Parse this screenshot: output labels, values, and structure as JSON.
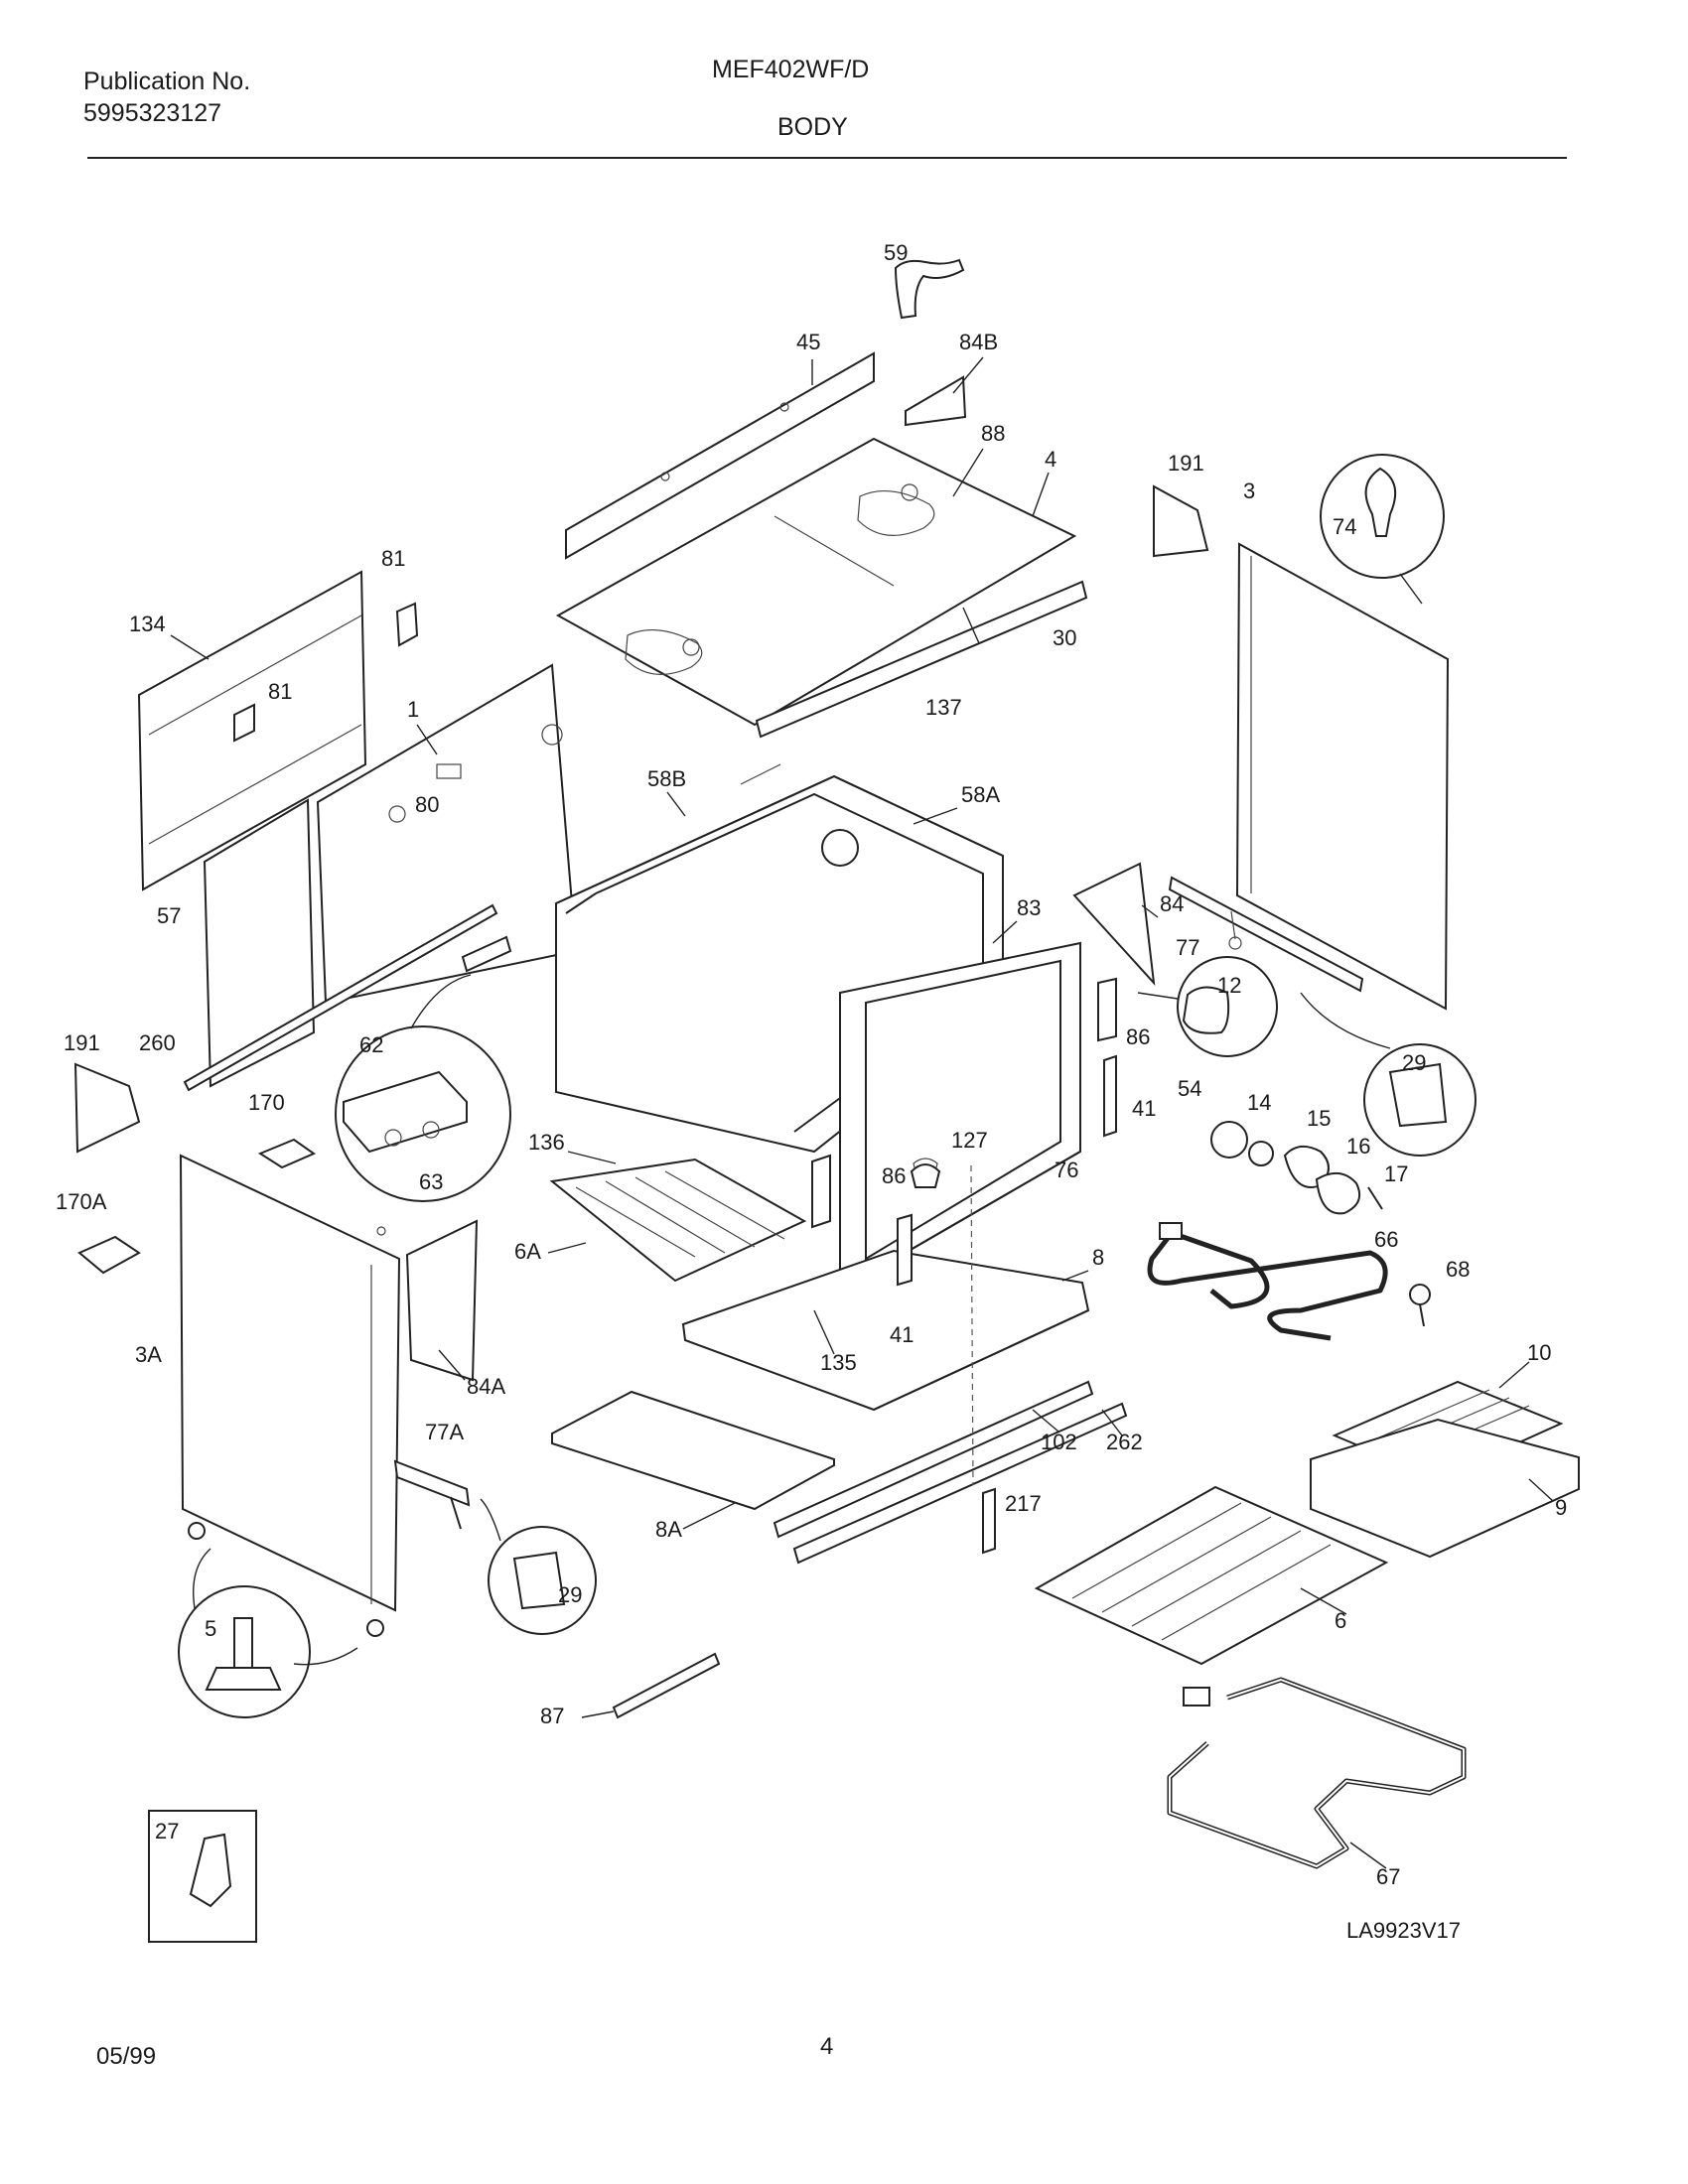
{
  "header": {
    "publication_label": "Publication No.",
    "publication_number": "5995323127",
    "model": "MEF402WF/D",
    "section": "BODY"
  },
  "diagram": {
    "callouts": [
      "59",
      "45",
      "84B",
      "88",
      "4",
      "191",
      "3",
      "74",
      "81",
      "134",
      "81",
      "1",
      "30",
      "137",
      "80",
      "58B",
      "58A",
      "57",
      "83",
      "84",
      "77",
      "12",
      "86",
      "191",
      "260",
      "62",
      "170",
      "54",
      "14",
      "15",
      "16",
      "17",
      "29",
      "41",
      "127",
      "136",
      "86",
      "63",
      "76",
      "170A",
      "66",
      "68",
      "6A",
      "8",
      "3A",
      "84A",
      "41",
      "135",
      "10",
      "102",
      "262",
      "77A",
      "9",
      "217",
      "8A",
      "29",
      "6",
      "5",
      "87",
      "27",
      "67"
    ]
  },
  "drawing_code": "LA9923V17",
  "footer": {
    "date": "05/99",
    "page": "4"
  }
}
